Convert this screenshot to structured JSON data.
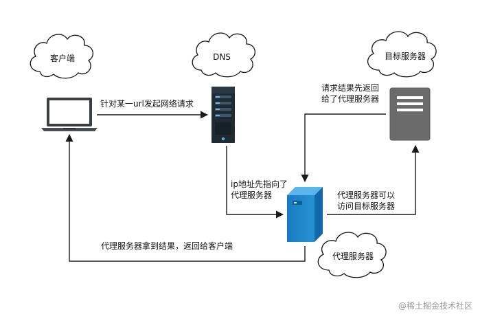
{
  "clouds": {
    "client": "客户端",
    "dns": "DNS",
    "target": "目标服务器",
    "proxy": "代理服务器"
  },
  "annotations": {
    "request": "针对某一url发起网络请求",
    "dns_to_proxy_line1": "ip地址先指向了",
    "dns_to_proxy_line2": "代理服务器",
    "target_back_line1": "请求结果先返回",
    "target_back_line2": "给了代理服务器",
    "proxy_access_line1": "代理服务器可以",
    "proxy_access_line2": "访问目标服务器",
    "proxy_return": "代理服务器拿到结果，返回给客户端"
  },
  "watermark": "@稀土掘金技术社区",
  "colors": {
    "line": "#1a1a1a",
    "dns_server": "#1f2a33",
    "target_server": "#6b6b6b",
    "proxy_server": "#1e86c8"
  },
  "icons": [
    "laptop-icon",
    "dns-server-icon",
    "target-server-icon",
    "proxy-server-icon"
  ]
}
